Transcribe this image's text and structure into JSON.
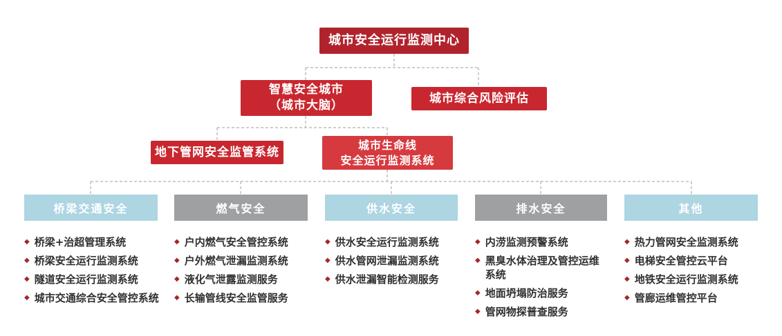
{
  "diagram": {
    "root": {
      "label": "城市安全运行监测中心"
    },
    "level2": {
      "smart_city": {
        "label": "智慧安全城市\n（城市大脑）"
      },
      "risk_assessment": {
        "label": "城市综合风险评估"
      }
    },
    "level3": {
      "pipeline_supervision": {
        "label": "地下管网安全监管系统"
      },
      "lifeline": {
        "label": "城市生命线\n安全运行监测系统"
      }
    },
    "columns": [
      {
        "header": "桥梁交通安全",
        "style": "blue",
        "items": [
          "桥梁+治超管理系统",
          "桥梁安全运行监测系统",
          "隧道安全运行监测系统",
          "城市交通综合安全管控系统"
        ]
      },
      {
        "header": "燃气安全",
        "style": "gray",
        "items": [
          "户内燃气安全管控系统",
          "户外燃气泄漏监测系统",
          "液化气泄露监测服务",
          "长输管线安全监管服务"
        ]
      },
      {
        "header": "供水安全",
        "style": "blue",
        "items": [
          "供水安全运行监测系统",
          "供水管网泄漏监测系统",
          "供水泄漏智能检测服务"
        ]
      },
      {
        "header": "排水安全",
        "style": "gray",
        "items": [
          "内涝监测预警系统",
          "黑臭水体治理及管控运维系统",
          "地面坍塌防治服务",
          "管网物探普查服务"
        ]
      },
      {
        "header": "其他",
        "style": "blue",
        "items": [
          "热力管网安全监测系统",
          "电梯安全管控云平台",
          "地铁安全运行监测系统",
          "管廊运维管控平台"
        ]
      }
    ],
    "bullet_glyph": "◆",
    "colors": {
      "root_red": "#B1232C",
      "red": "#C9272F",
      "bright_red": "#D63A3F",
      "light_blue": "#ADD5E2",
      "gray": "#9FA0A2",
      "bullet": "#A3272B",
      "connector_line": "#BDBDBD",
      "item_text": "#303030"
    }
  }
}
